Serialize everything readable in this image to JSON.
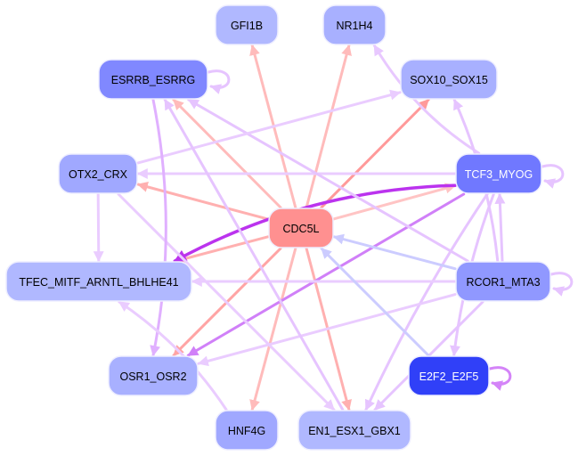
{
  "diagram": {
    "type": "directed-network",
    "nodes": [
      {
        "id": "CDC5L",
        "label": "CDC5L",
        "fill": "#ff9090",
        "text": "#000000"
      },
      {
        "id": "GFI1B",
        "label": "GFI1B",
        "fill": "#b0b8ff",
        "text": "#000000"
      },
      {
        "id": "NR1H4",
        "label": "NR1H4",
        "fill": "#a8b0ff",
        "text": "#000000"
      },
      {
        "id": "ESRRB_ESRRG",
        "label": "ESRRB_ESRRG",
        "fill": "#8088ff",
        "text": "#000000"
      },
      {
        "id": "SOX10_SOX15",
        "label": "SOX10_SOX15",
        "fill": "#a8b0ff",
        "text": "#000000"
      },
      {
        "id": "OTX2_CRX",
        "label": "OTX2_CRX",
        "fill": "#a0a8ff",
        "text": "#000000"
      },
      {
        "id": "TCF3_MYOG",
        "label": "TCF3_MYOG",
        "fill": "#7078ff",
        "text": "#ffffff"
      },
      {
        "id": "TFEC_MITF_ARNTL_BHLHE41",
        "label": "TFEC_MITF_ARNTL_BHLHE41",
        "fill": "#b0b8ff",
        "text": "#000000"
      },
      {
        "id": "RCOR1_MTA3",
        "label": "RCOR1_MTA3",
        "fill": "#9098ff",
        "text": "#000000"
      },
      {
        "id": "OSR1_OSR2",
        "label": "OSR1_OSR2",
        "fill": "#a8b0ff",
        "text": "#000000"
      },
      {
        "id": "E2F2_E2F5",
        "label": "E2F2_E2F5",
        "fill": "#3040f8",
        "text": "#ffffff"
      },
      {
        "id": "HNF4G",
        "label": "HNF4G",
        "fill": "#a0a8ff",
        "text": "#000000"
      },
      {
        "id": "EN1_ESX1_GBX1",
        "label": "EN1_ESX1_GBX1",
        "fill": "#b0b8ff",
        "text": "#000000"
      }
    ],
    "edges": [
      {
        "from": "CDC5L",
        "to": "GFI1B",
        "color": "#ffbbbb"
      },
      {
        "from": "CDC5L",
        "to": "NR1H4",
        "color": "#ffbbbb"
      },
      {
        "from": "CDC5L",
        "to": "SOX10_SOX15",
        "color": "#ff9a9a"
      },
      {
        "from": "CDC5L",
        "to": "ESRRB_ESRRG",
        "color": "#ffbbbb"
      },
      {
        "from": "CDC5L",
        "to": "OTX2_CRX",
        "color": "#ffb0b0"
      },
      {
        "from": "CDC5L",
        "to": "TCF3_MYOG",
        "color": "#ffc4c4"
      },
      {
        "from": "CDC5L",
        "to": "TFEC_MITF_ARNTL_BHLHE41",
        "color": "#ffb0b0"
      },
      {
        "from": "CDC5L",
        "to": "OSR1_OSR2",
        "color": "#ffa4a4"
      },
      {
        "from": "CDC5L",
        "to": "HNF4G",
        "color": "#ffbbbb"
      },
      {
        "from": "CDC5L",
        "to": "EN1_ESX1_GBX1",
        "color": "#ffb0b0"
      },
      {
        "from": "TCF3_MYOG",
        "to": "TFEC_MITF_ARNTL_BHLHE41",
        "color": "#bb33ee"
      },
      {
        "from": "TCF3_MYOG",
        "to": "OSR1_OSR2",
        "color": "#d080f8"
      },
      {
        "from": "TCF3_MYOG",
        "to": "NR1H4",
        "color": "#e8c8ff"
      },
      {
        "from": "TCF3_MYOG",
        "to": "OTX2_CRX",
        "color": "#eaccff"
      },
      {
        "from": "TCF3_MYOG",
        "to": "EN1_ESX1_GBX1",
        "color": "#e6c4ff"
      },
      {
        "from": "TCF3_MYOG",
        "to": "E2F2_E2F5",
        "color": "#e6c4ff"
      },
      {
        "from": "TCF3_MYOG",
        "to": "TCF3_MYOG",
        "color": "#e6c4ff"
      },
      {
        "from": "RCOR1_MTA3",
        "to": "CDC5L",
        "color": "#ccccff"
      },
      {
        "from": "RCOR1_MTA3",
        "to": "TFEC_MITF_ARNTL_BHLHE41",
        "color": "#eaccff"
      },
      {
        "from": "RCOR1_MTA3",
        "to": "OSR1_OSR2",
        "color": "#eaccff"
      },
      {
        "from": "RCOR1_MTA3",
        "to": "TCF3_MYOG",
        "color": "#e6c4ff"
      },
      {
        "from": "RCOR1_MTA3",
        "to": "ESRRB_ESRRG",
        "color": "#e6c4ff"
      },
      {
        "from": "RCOR1_MTA3",
        "to": "SOX10_SOX15",
        "color": "#e6c4ff"
      },
      {
        "from": "RCOR1_MTA3",
        "to": "EN1_ESX1_GBX1",
        "color": "#e6c4ff"
      },
      {
        "from": "RCOR1_MTA3",
        "to": "RCOR1_MTA3",
        "color": "#e6c4ff"
      },
      {
        "from": "E2F2_E2F5",
        "to": "CDC5L",
        "color": "#ccccff"
      },
      {
        "from": "E2F2_E2F5",
        "to": "E2F2_E2F5",
        "color": "#d484f8"
      },
      {
        "from": "OTX2_CRX",
        "to": "SOX10_SOX15",
        "color": "#eaccff"
      },
      {
        "from": "OTX2_CRX",
        "to": "TFEC_MITF_ARNTL_BHLHE41",
        "color": "#eaccff"
      },
      {
        "from": "OTX2_CRX",
        "to": "EN1_ESX1_GBX1",
        "color": "#eaccff"
      },
      {
        "from": "ESRRB_ESRRG",
        "to": "OSR1_OSR2",
        "color": "#e0b0ff"
      },
      {
        "from": "ESRRB_ESRRG",
        "to": "ESRRB_ESRRG",
        "color": "#e6c4ff"
      },
      {
        "from": "HNF4G",
        "to": "TFEC_MITF_ARNTL_BHLHE41",
        "color": "#eaccff"
      },
      {
        "from": "EN1_ESX1_GBX1",
        "to": "ESRRB_ESRRG",
        "color": "#e6c4ff"
      }
    ]
  }
}
